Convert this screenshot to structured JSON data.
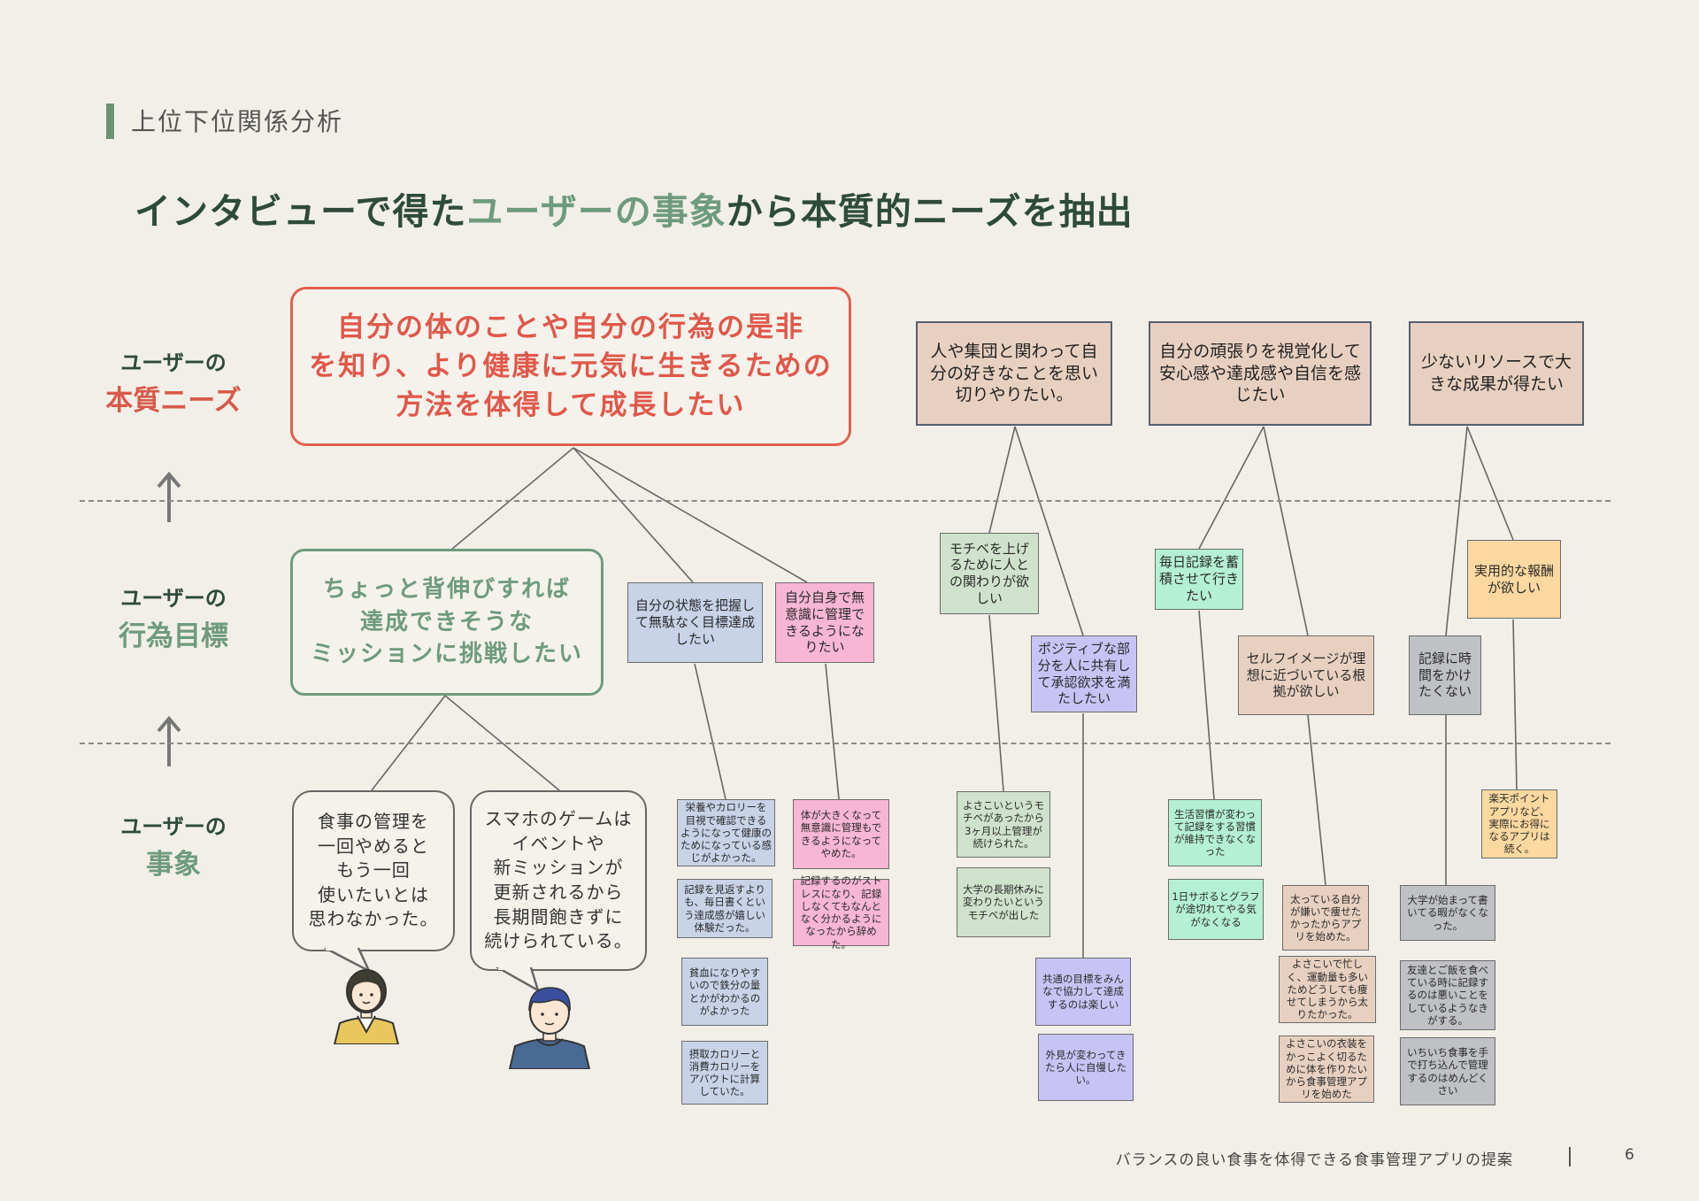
{
  "section": {
    "title": "上位下位関係分析"
  },
  "headline": {
    "part1": "インタビューで得た",
    "part2": "ユーザーの事象",
    "part3": "から本質的ニーズを抽出"
  },
  "rows": {
    "needs": {
      "line1": "ユーザーの",
      "line2": "本質ニーズ"
    },
    "goals": {
      "line1": "ユーザーの",
      "line2": "行為目標"
    },
    "events": {
      "line1": "ユーザーの",
      "line2": "事象"
    }
  },
  "core_need": {
    "l1": "自分の体のことや自分の行為の是非",
    "l2": "を知り、より健康に元気に生きるための",
    "l3": "方法を体得して成長したい"
  },
  "core_goal": {
    "l1": "ちょっと背伸びすれば",
    "l2": "達成できそうな",
    "l3": "ミッションに挑戦したい"
  },
  "bubbles": [
    {
      "l1": "食事の管理を",
      "l2": "一回やめると",
      "l3": "もう一回",
      "l4": "使いたいとは",
      "l5": "思わなかった。"
    },
    {
      "l1": "スマホのゲームは",
      "l2": "イベントや",
      "l3": "新ミッションが",
      "l4": "更新されるから",
      "l5": "長期間飽きずに",
      "l6": "続けられている。"
    }
  ],
  "needs": [
    {
      "text": "人や集団と関わって自分の好きなことを思い切りやりたい。"
    },
    {
      "text": "自分の頑張りを視覚化して安心感や達成感や自信を感じたい"
    },
    {
      "text": "少ないリソースで大きな成果が得たい"
    }
  ],
  "goals": [
    {
      "text": "自分の状態を把握して無駄なく目標達成したい",
      "color": "#c8d3e8"
    },
    {
      "text": "自分自身で無意識に管理できるようになりたい",
      "color": "#f7b6d4"
    },
    {
      "text": "モチベを上げるために人との関わりが欲しい",
      "color": "#cfe2cb"
    },
    {
      "text": "ポジティブな部分を人に共有して承認欲求を満たしたい",
      "color": "#c7c4f5"
    },
    {
      "text": "毎日記録を蓄積させて行きたい",
      "color": "#b4f0d4"
    },
    {
      "text": "セルフイメージが理想に近づいている根拠が欲しい",
      "color": "#e8d0c0"
    },
    {
      "text": "実用的な報酬が欲しい",
      "color": "#fdd8a0"
    },
    {
      "text": "記録に時間をかけたくない",
      "color": "#bfc1c4"
    }
  ],
  "events": [
    {
      "text": "栄養やカロリーを目視で確認できるようになって健康のためになっている感じがよかった。"
    },
    {
      "text": "記録を見返すよりも、毎日書くという達成感が嬉しい体験だった。"
    },
    {
      "text": "貧血になりやすいので鉄分の量とかがわかるのがよかった"
    },
    {
      "text": "摂取カロリーと消費カロリーをアバウトに計算していた。"
    },
    {
      "text": "体が大きくなって無意識に管理もできるようになってやめた。"
    },
    {
      "text": "記録するのがストレスになり、記録しなくてもなんとなく分かるようになったから辞めた。"
    },
    {
      "text": "よさこいというモチベがあったから3ヶ月以上管理が続けられた。"
    },
    {
      "text": "大学の長期休みに変わりたいというモチベが出した"
    },
    {
      "text": "共通の目標をみんなで協力して達成するのは楽しい"
    },
    {
      "text": "外見が変わってきたら人に自慢したい。"
    },
    {
      "text": "生活習慣が変わって記録をする習慣が維持できなくなった"
    },
    {
      "text": "1日サボるとグラフが途切れてやる気がなくなる"
    },
    {
      "text": "太っている自分が嫌いで痩せたかったからアプリを始めた。"
    },
    {
      "text": "よさこいで忙しく、運動量も多いためどうしても痩せてしまうから太りたかった。"
    },
    {
      "text": "よさこいの衣装をかっこよく切るために体を作りたいから食事管理アプリを始めた"
    },
    {
      "text": "大学が始まって書いてる暇がなくなった。"
    },
    {
      "text": "友達とご飯を食べている時に記録するのは悪いことをしているようなきがする。"
    },
    {
      "text": "いちいち食事を手で打ち込んで管理するのはめんどくさい"
    },
    {
      "text": "楽天ポイントアプリなど、実際にお得になるアプリは続く。"
    }
  ],
  "footer": {
    "title": "バランスの良い食事を体得できる食事管理アプリの提案",
    "page": "6"
  },
  "colors": {
    "accent_green": "#6e9b7d",
    "accent_red": "#e0584a",
    "background": "#f2efe8"
  }
}
